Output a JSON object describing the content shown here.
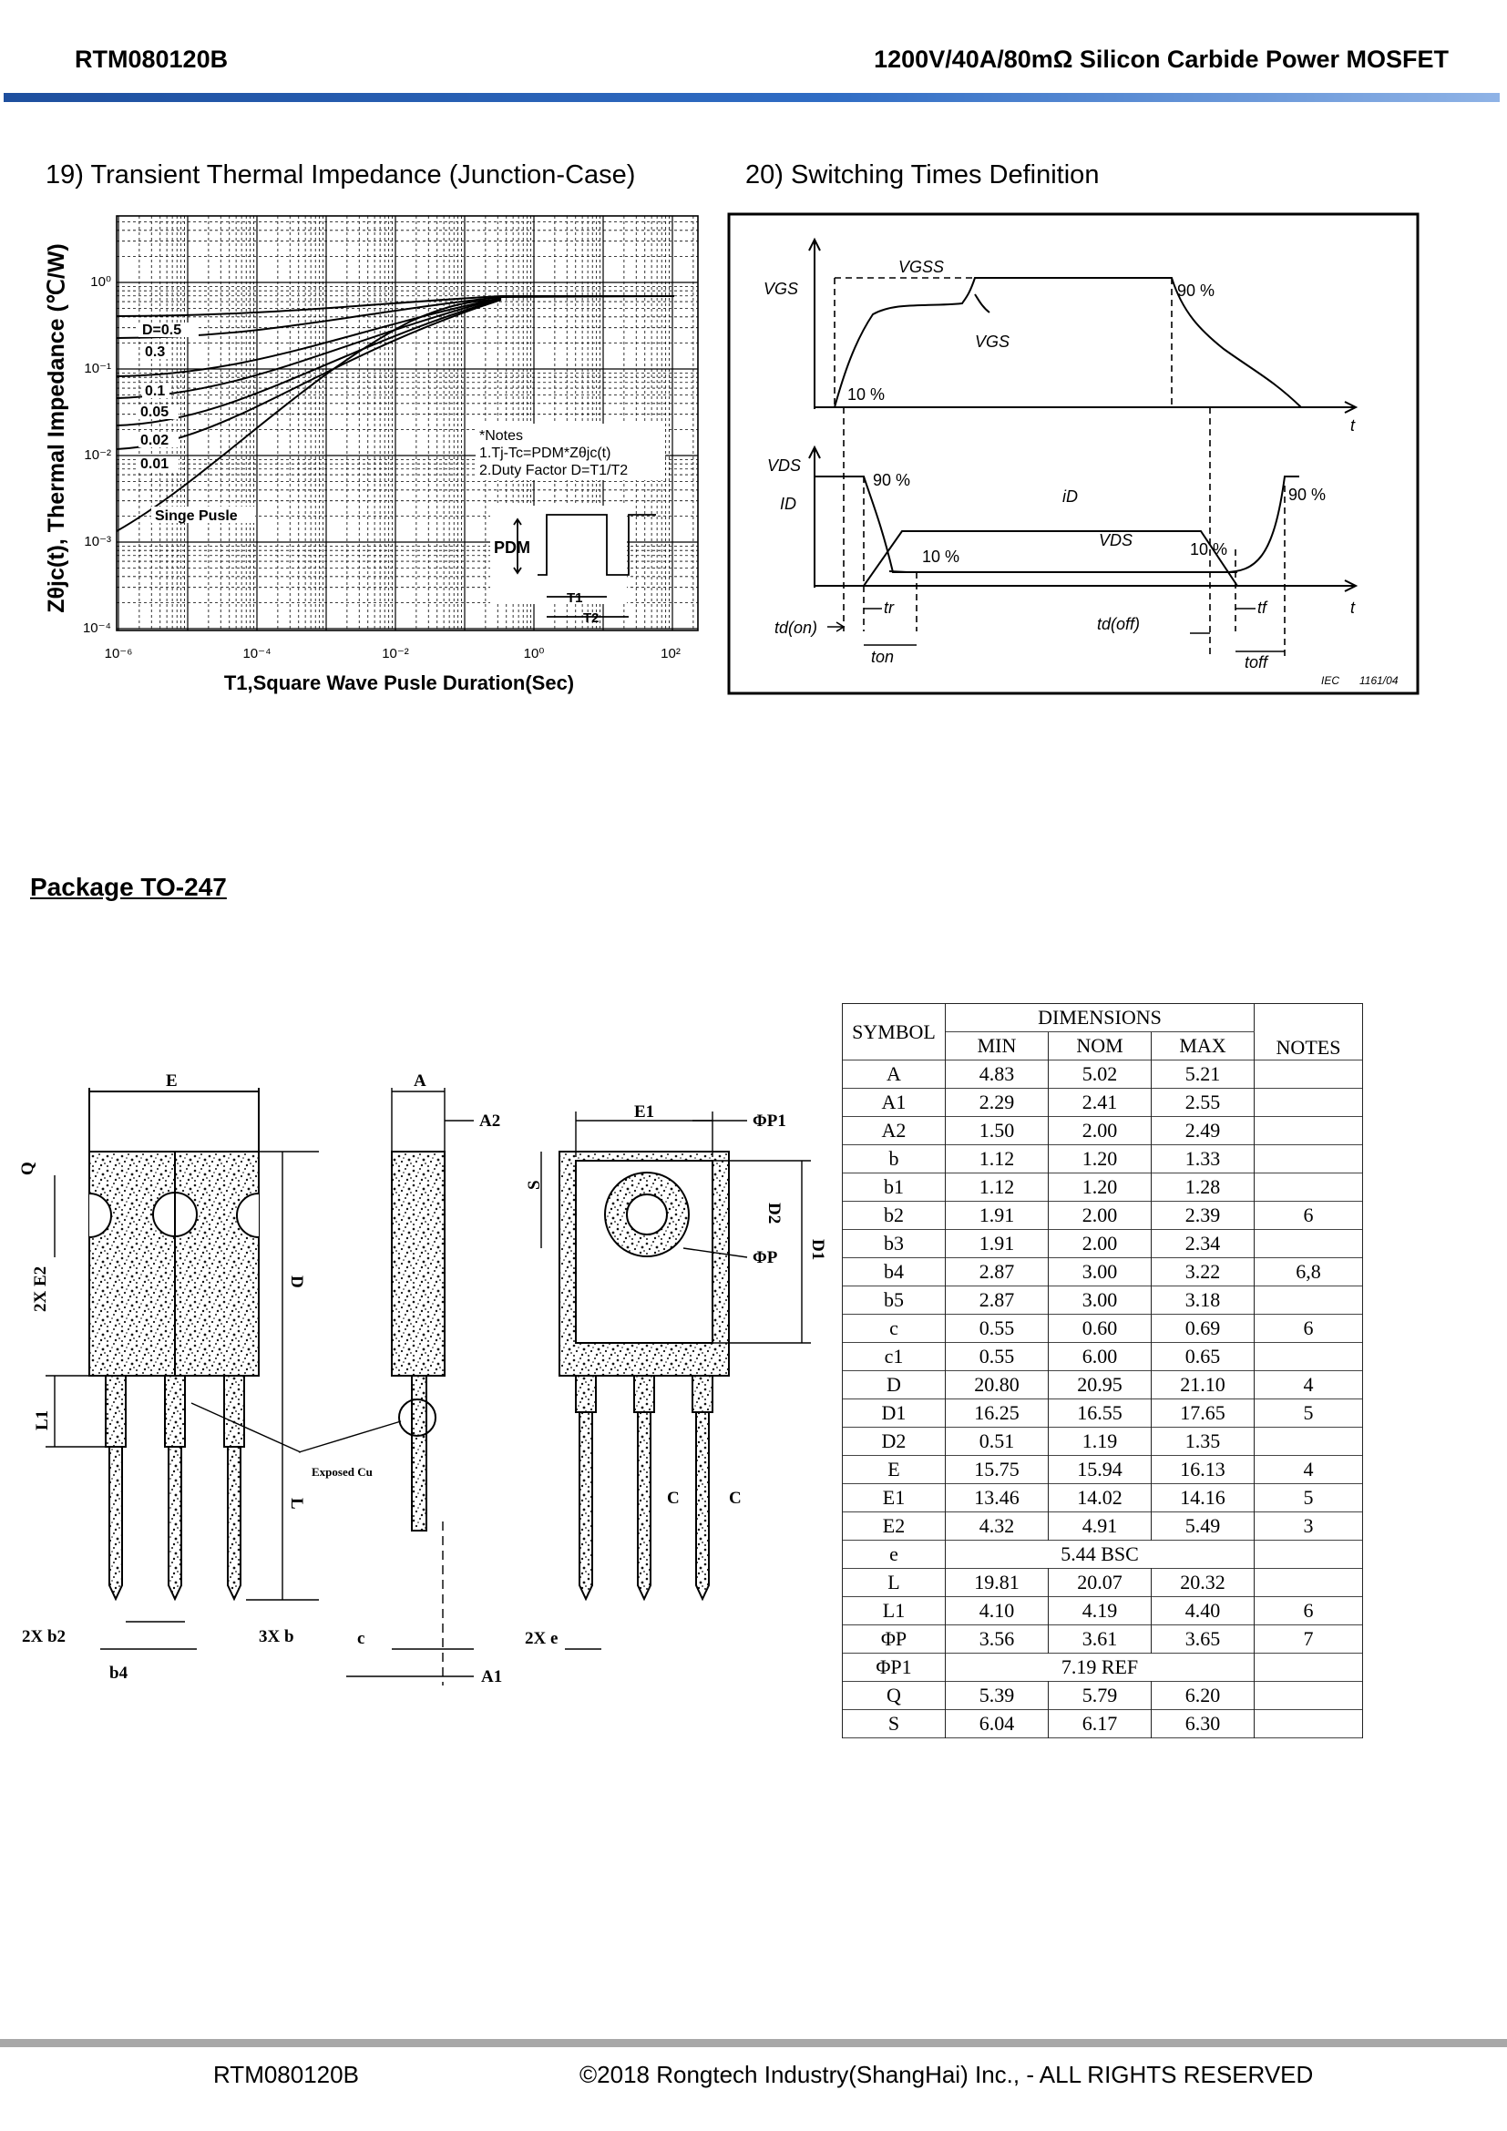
{
  "header": {
    "part_number": "RTM080120B",
    "description": "1200V/40A/80mΩ  Silicon Carbide Power MOSFET"
  },
  "fig19": {
    "title": "19) Transient Thermal Impedance (Junction-Case)",
    "ylabel": "Zθjc(t), Thermal  Impedance (℃/W)",
    "xlabel": "T1,Square Wave Pusle Duration(Sec)",
    "y_ticks": [
      "10⁰",
      "10⁻¹",
      "10⁻²",
      "10⁻³",
      "10⁻⁴"
    ],
    "x_ticks": [
      "10⁻⁶",
      "10⁻⁴",
      "10⁻²",
      "10⁰",
      "10²"
    ],
    "curve_labels": [
      "D=0.5",
      "0.3",
      "0.1",
      "0.05",
      "0.02",
      "0.01",
      "Singe Pusle"
    ],
    "notes": [
      "*Notes",
      "1.Tj-Tc=PDM*Zθjc(t)",
      "2.Duty Factor D=T1/T2"
    ],
    "pdm_label": "PDM",
    "t1_label": "T1",
    "t2_label": "T2"
  },
  "fig20": {
    "title": "20) Switching Times Definition",
    "labels": {
      "vgs": "VGS",
      "vgss": "VGSS",
      "vgs_curve": "VGS",
      "pct90_top": "90 %",
      "pct10_top": "10 %",
      "t_top": "t",
      "vds": "VDS",
      "id_axis": "ID",
      "pct90_left": "90 %",
      "id_curve": "iD",
      "vds_curve": "VDS",
      "pct10_mid": "10 %",
      "pct10_right": "10 %",
      "pct90_right": "90 %",
      "tr": "tr",
      "tf": "tf",
      "td_on": "td(on)",
      "ton": "ton",
      "td_off": "td(off)",
      "toff": "toff",
      "t_bottom": "t",
      "iec": "IEC",
      "iec_num": "1161/04"
    }
  },
  "package": {
    "title": "Package TO-247",
    "drawing_labels": {
      "E": "E",
      "A": "A",
      "A2": "A2",
      "E1": "E1",
      "P1": "ΦP1",
      "P": "ΦP",
      "Q": "Q",
      "S": "S",
      "E2": "2X  E2",
      "D": "D",
      "D1": "D1",
      "D2": "D2",
      "L1": "L1",
      "L": "L",
      "exposed": "Exposed Cu",
      "b2": "2X  b2",
      "b": "3X  b",
      "b4": "b4",
      "c": "c",
      "A1": "A1",
      "e": "2X  e",
      "C": "C"
    }
  },
  "dimensions_table": {
    "headers": {
      "symbol": "SYMBOL",
      "dimensions": "DIMENSIONS",
      "min": "MIN",
      "nom": "NOM",
      "max": "MAX",
      "notes": "NOTES"
    },
    "rows": [
      {
        "symbol": "A",
        "min": "4.83",
        "nom": "5.02",
        "max": "5.21",
        "notes": ""
      },
      {
        "symbol": "A1",
        "min": "2.29",
        "nom": "2.41",
        "max": "2.55",
        "notes": ""
      },
      {
        "symbol": "A2",
        "min": "1.50",
        "nom": "2.00",
        "max": "2.49",
        "notes": ""
      },
      {
        "symbol": "b",
        "min": "1.12",
        "nom": "1.20",
        "max": "1.33",
        "notes": ""
      },
      {
        "symbol": "b1",
        "min": "1.12",
        "nom": "1.20",
        "max": "1.28",
        "notes": ""
      },
      {
        "symbol": "b2",
        "min": "1.91",
        "nom": "2.00",
        "max": "2.39",
        "notes": "6"
      },
      {
        "symbol": "b3",
        "min": "1.91",
        "nom": "2.00",
        "max": "2.34",
        "notes": ""
      },
      {
        "symbol": "b4",
        "min": "2.87",
        "nom": "3.00",
        "max": "3.22",
        "notes": "6,8"
      },
      {
        "symbol": "b5",
        "min": "2.87",
        "nom": "3.00",
        "max": "3.18",
        "notes": ""
      },
      {
        "symbol": "c",
        "min": "0.55",
        "nom": "0.60",
        "max": "0.69",
        "notes": "6"
      },
      {
        "symbol": "c1",
        "min": "0.55",
        "nom": "6.00",
        "max": "0.65",
        "notes": ""
      },
      {
        "symbol": "D",
        "min": "20.80",
        "nom": "20.95",
        "max": "21.10",
        "notes": "4"
      },
      {
        "symbol": "D1",
        "min": "16.25",
        "nom": "16.55",
        "max": "17.65",
        "notes": "5"
      },
      {
        "symbol": "D2",
        "min": "0.51",
        "nom": "1.19",
        "max": "1.35",
        "notes": ""
      },
      {
        "symbol": "E",
        "min": "15.75",
        "nom": "15.94",
        "max": "16.13",
        "notes": "4"
      },
      {
        "symbol": "E1",
        "min": "13.46",
        "nom": "14.02",
        "max": "14.16",
        "notes": "5"
      },
      {
        "symbol": "E2",
        "min": "4.32",
        "nom": "4.91",
        "max": "5.49",
        "notes": "3"
      },
      {
        "symbol": "e",
        "span": "5.44 BSC",
        "notes": ""
      },
      {
        "symbol": "L",
        "min": "19.81",
        "nom": "20.07",
        "max": "20.32",
        "notes": ""
      },
      {
        "symbol": "L1",
        "min": "4.10",
        "nom": "4.19",
        "max": "4.40",
        "notes": "6"
      },
      {
        "symbol": "ΦP",
        "min": "3.56",
        "nom": "3.61",
        "max": "3.65",
        "notes": "7"
      },
      {
        "symbol": "ΦP1",
        "span": "7.19 REF",
        "notes": ""
      },
      {
        "symbol": "Q",
        "min": "5.39",
        "nom": "5.79",
        "max": "6.20",
        "notes": ""
      },
      {
        "symbol": "S",
        "min": "6.04",
        "nom": "6.17",
        "max": "6.30",
        "notes": ""
      }
    ]
  },
  "footer": {
    "part_number": "RTM080120B",
    "copyright": "©2018    Rongtech Industry(ShangHai) Inc., - ALL RIGHTS RESERVED"
  }
}
